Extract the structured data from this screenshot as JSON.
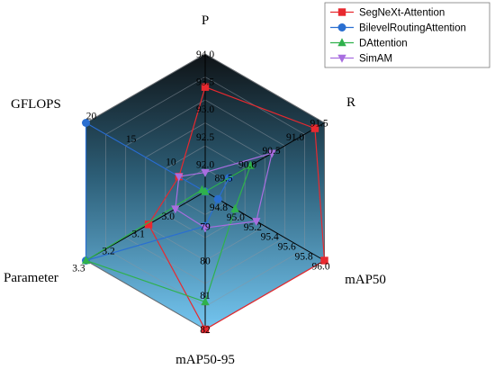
{
  "chart_data": {
    "type": "radar",
    "axes": [
      {
        "label": "P",
        "ticks": [
          "92.0",
          "92.5",
          "93.0",
          "93.5",
          "94.0"
        ],
        "tick_values": [
          92.0,
          92.5,
          93.0,
          93.5,
          94.0
        ],
        "range": [
          91.5,
          94.0
        ]
      },
      {
        "label": "R",
        "ticks": [
          "89.5",
          "90.0",
          "90.5",
          "91.0",
          "91.5"
        ],
        "tick_values": [
          89.5,
          90.0,
          90.5,
          91.0,
          91.5
        ],
        "range": [
          89.0,
          91.5
        ]
      },
      {
        "label": "mAP50",
        "ticks": [
          "94.8",
          "95.0",
          "95.2",
          "95.4",
          "95.6",
          "95.8",
          "96.0"
        ],
        "tick_values": [
          94.8,
          95.0,
          95.2,
          95.4,
          95.6,
          95.8,
          96.0
        ],
        "range": [
          94.6,
          96.0
        ]
      },
      {
        "label": "mAP50-95",
        "ticks": [
          "79",
          "80",
          "81",
          "82"
        ],
        "tick_values": [
          79,
          80,
          81,
          82
        ],
        "range": [
          78.0,
          82.0
        ]
      },
      {
        "label": "Parameter",
        "ticks": [
          "3.0",
          "3.1",
          "3.2",
          "3.3"
        ],
        "tick_values": [
          3.0,
          3.1,
          3.2,
          3.3
        ],
        "range": [
          2.9,
          3.3
        ]
      },
      {
        "label": "GFLOPS",
        "ticks": [
          "10",
          "15",
          "20"
        ],
        "tick_values": [
          10,
          15,
          20
        ],
        "range": [
          5,
          20
        ]
      }
    ],
    "series": [
      {
        "name": "SegNeXt-Attention",
        "color": "#e8292f",
        "marker": "square",
        "values": [
          93.4,
          91.3,
          96.0,
          82.0,
          3.09,
          8.3
        ]
      },
      {
        "name": "BilevelRoutingAttention",
        "color": "#2a6fd1",
        "marker": "circle",
        "values": [
          91.5,
          89.5,
          94.75,
          79.0,
          3.3,
          20.0
        ]
      },
      {
        "name": "DAttention",
        "color": "#2fb14c",
        "marker": "triangle-up",
        "values": [
          91.5,
          89.95,
          94.95,
          81.2,
          3.3,
          5.4
        ]
      },
      {
        "name": "SimAM",
        "color": "#a86ee0",
        "marker": "triangle-down",
        "values": [
          91.85,
          90.4,
          95.2,
          79.05,
          3.0,
          8.3
        ]
      }
    ],
    "legend_position": "top-right",
    "grid": true
  }
}
